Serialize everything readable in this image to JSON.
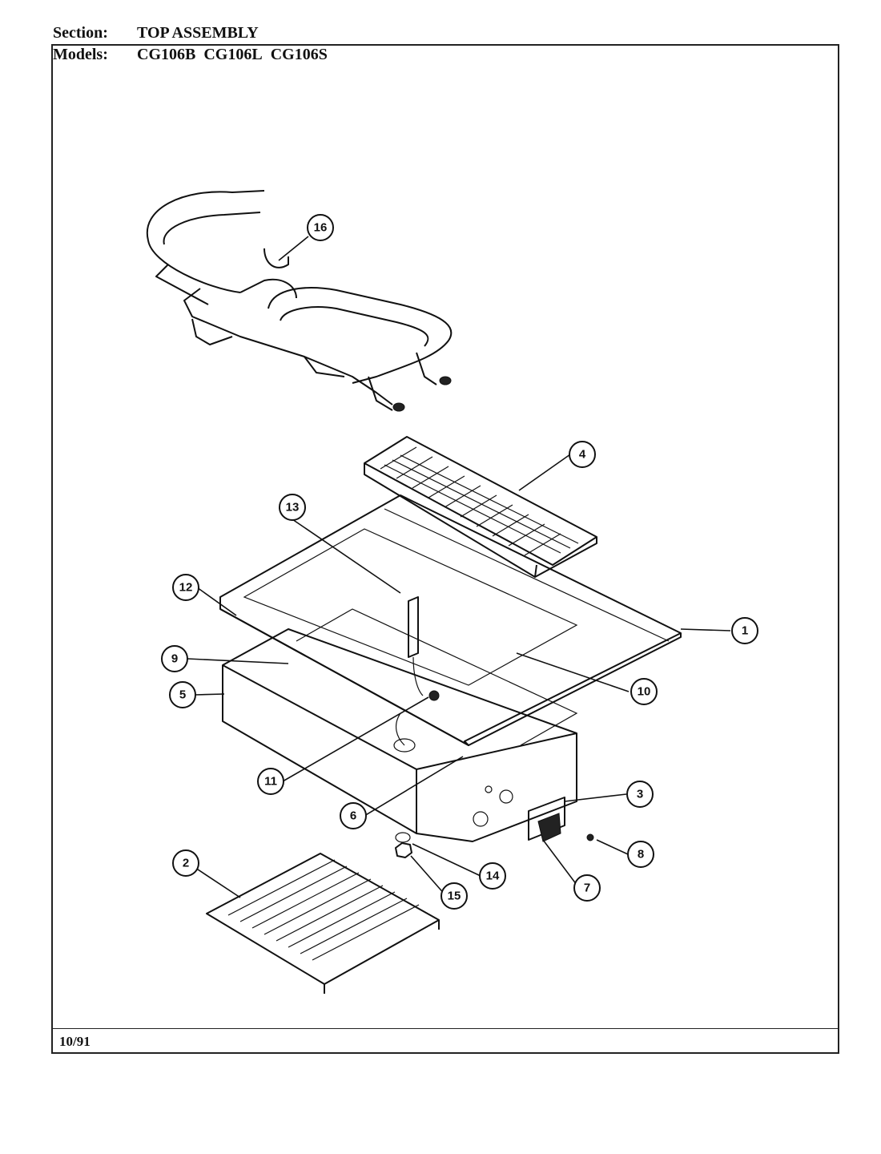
{
  "header": {
    "section_label": "Section:",
    "section_value": "TOP ASSEMBLY",
    "models_label": "Models:",
    "models": [
      "CG106B",
      "CG106L",
      "CG106S"
    ]
  },
  "footer": {
    "date": "10/91"
  },
  "callouts": [
    "1",
    "2",
    "3",
    "4",
    "5",
    "6",
    "7",
    "8",
    "9",
    "10",
    "11",
    "12",
    "13",
    "14",
    "15",
    "16"
  ]
}
